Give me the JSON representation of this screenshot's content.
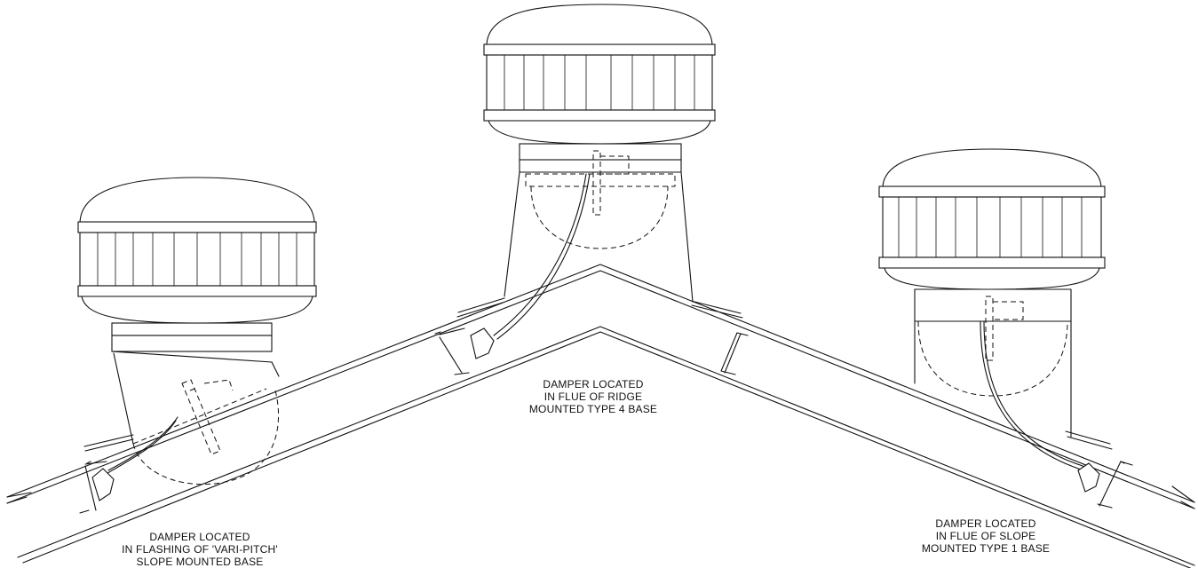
{
  "labels": {
    "left": [
      "DAMPER LOCATED",
      "IN FLASHING OF 'VARI-PITCH'",
      "SLOPE MOUNTED BASE"
    ],
    "center": [
      "DAMPER LOCATED",
      "IN FLUE OF RIDGE",
      "MOUNTED TYPE 4 BASE"
    ],
    "right": [
      "DAMPER LOCATED",
      "IN FLUE OF SLOPE",
      "MOUNTED TYPE 1 BASE"
    ]
  }
}
